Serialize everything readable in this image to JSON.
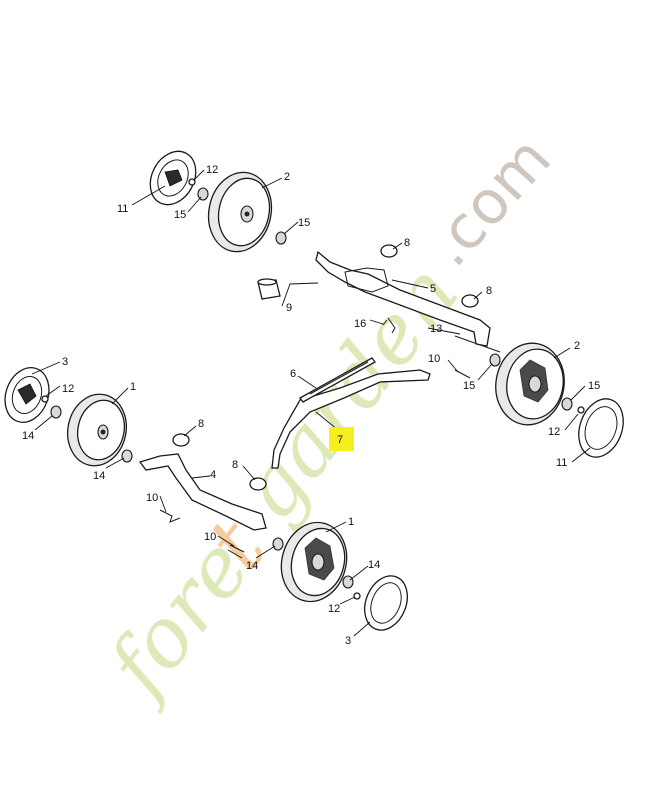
{
  "watermark": {
    "part1": "fore",
    "part2": "t",
    "part3": "garden",
    "part4": ".com"
  },
  "callouts": {
    "c_11_top": "11",
    "c_12_top": "12",
    "c_15_topleft": "15",
    "c_2_top": "2",
    "c_15_topmid": "15",
    "c_8_top": "8",
    "c_9": "9",
    "c_5": "5",
    "c_8_right": "8",
    "c_16": "16",
    "c_13": "13",
    "c_10_right": "10",
    "c_15_right": "15",
    "c_2_right": "2",
    "c_15_farright": "15",
    "c_12_right": "12",
    "c_11_right": "11",
    "c_6": "6",
    "c_7": "7",
    "c_3_left": "3",
    "c_12_left": "12",
    "c_14_left": "14",
    "c_1_left": "1",
    "c_14_leftb": "14",
    "c_8_mid": "8",
    "c_4": "4",
    "c_8_midb": "8",
    "c_10_left": "10",
    "c_10_bottom": "10",
    "c_14_bottom": "14",
    "c_1_bottom": "1",
    "c_14_bottomr": "14",
    "c_12_bottom": "12",
    "c_3_bottom": "3"
  },
  "highlight": {
    "color": "#f7ee1f",
    "item": "7"
  }
}
